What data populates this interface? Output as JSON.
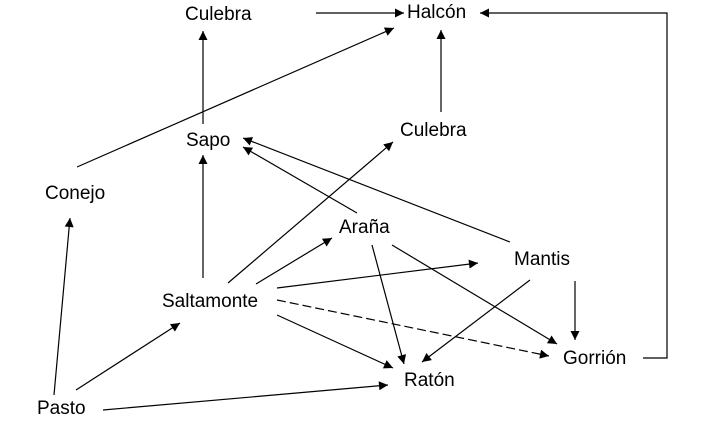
{
  "diagram": {
    "nodes": [
      {
        "id": "halcon",
        "label": "Halcón"
      },
      {
        "id": "culebra_top",
        "label": "Culebra"
      },
      {
        "id": "sapo",
        "label": "Sapo"
      },
      {
        "id": "culebra_mid",
        "label": "Culebra"
      },
      {
        "id": "conejo",
        "label": "Conejo"
      },
      {
        "id": "arana",
        "label": "Araña"
      },
      {
        "id": "mantis",
        "label": "Mantis"
      },
      {
        "id": "saltamonte",
        "label": "Saltamonte"
      },
      {
        "id": "gorrion",
        "label": "Gorrión"
      },
      {
        "id": "raton",
        "label": "Ratón"
      },
      {
        "id": "pasto",
        "label": "Pasto"
      }
    ],
    "edges": [
      {
        "from": "culebra_top",
        "to": "halcon"
      },
      {
        "from": "conejo",
        "to": "halcon"
      },
      {
        "from": "culebra_mid",
        "to": "halcon"
      },
      {
        "from": "gorrion",
        "to": "halcon"
      },
      {
        "from": "sapo",
        "to": "culebra_top"
      },
      {
        "from": "saltamonte",
        "to": "sapo"
      },
      {
        "from": "arana",
        "to": "sapo"
      },
      {
        "from": "mantis",
        "to": "sapo"
      },
      {
        "from": "saltamonte",
        "to": "culebra_mid"
      },
      {
        "from": "saltamonte",
        "to": "arana"
      },
      {
        "from": "saltamonte",
        "to": "mantis"
      },
      {
        "from": "saltamonte",
        "to": "gorrion"
      },
      {
        "from": "saltamonte",
        "to": "raton"
      },
      {
        "from": "arana",
        "to": "raton"
      },
      {
        "from": "arana",
        "to": "gorrion"
      },
      {
        "from": "mantis",
        "to": "gorrion"
      },
      {
        "from": "mantis",
        "to": "raton"
      },
      {
        "from": "pasto",
        "to": "conejo"
      },
      {
        "from": "pasto",
        "to": "saltamonte"
      },
      {
        "from": "pasto",
        "to": "raton"
      }
    ]
  }
}
